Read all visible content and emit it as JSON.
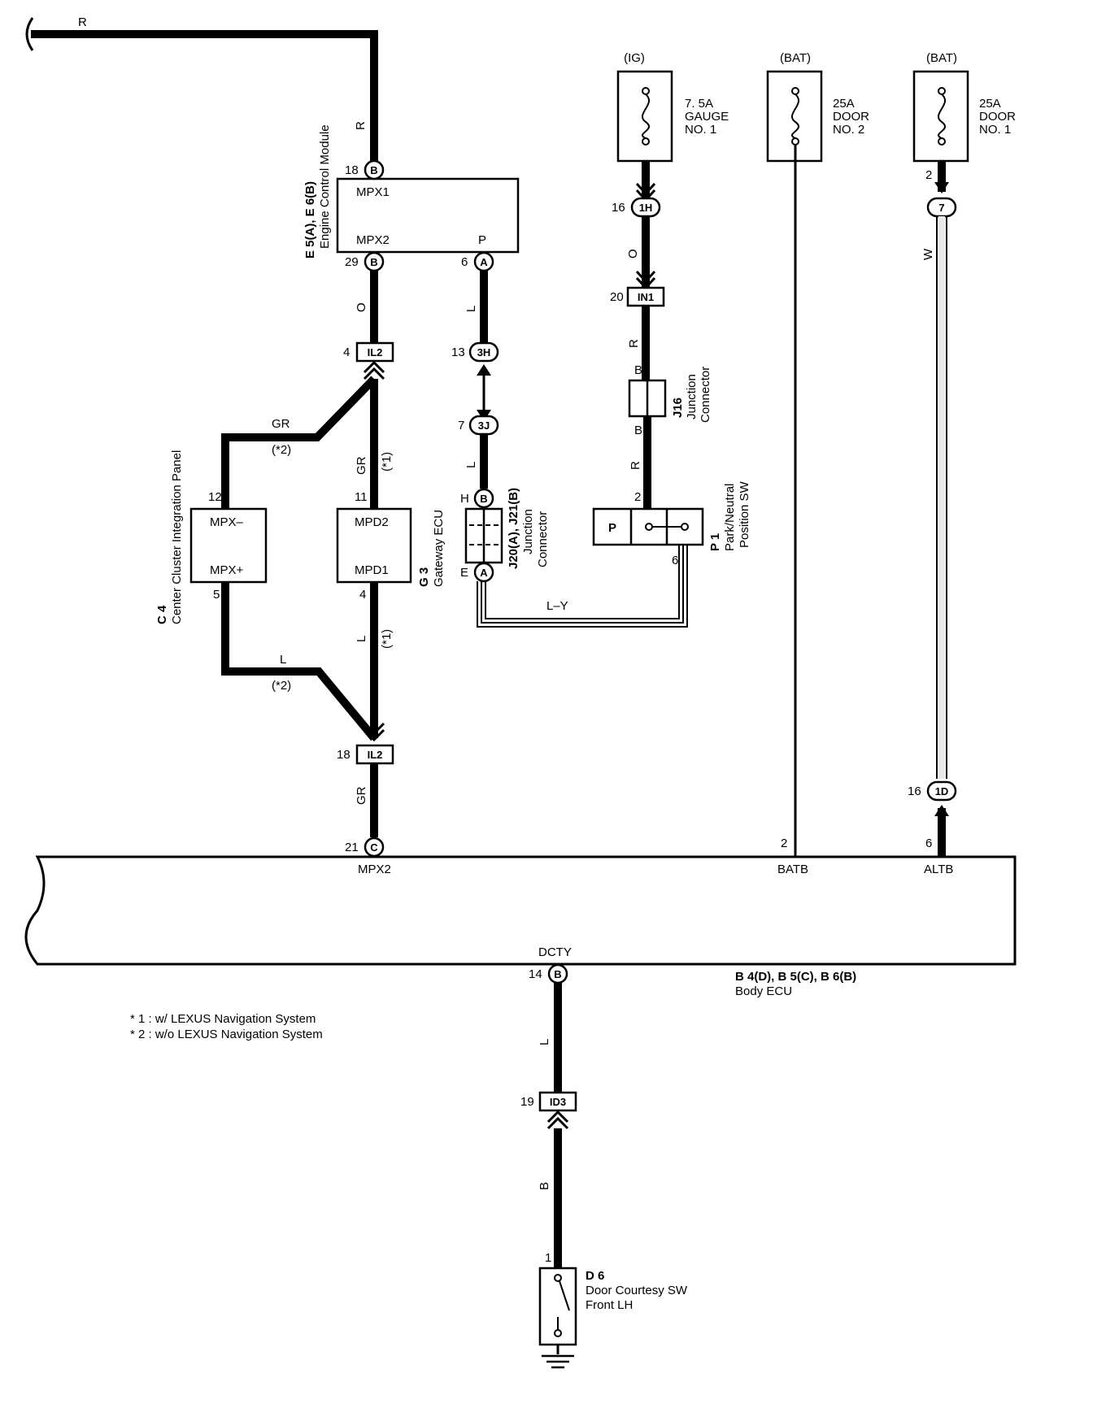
{
  "wires": {
    "top_r": "R",
    "ecm_r": "R",
    "ecm_o": "O",
    "ecm_l": "L",
    "gr_left": "GR",
    "gr_left_note": "(*2)",
    "gr_mid": "GR",
    "gr_mid_note": "(*1)",
    "l_mid": "L",
    "l_mid_note": "(*1)",
    "l_left": "L",
    "l_left_note": "(*2)",
    "gr_bottom": "GR",
    "j20_l": "L",
    "ly": "L–Y",
    "gauge_o": "O",
    "r1": "R",
    "b1": "B",
    "b2": "B",
    "r2": "R",
    "w": "W",
    "body_l": "L",
    "body_b": "B"
  },
  "ecm": {
    "ref": "E 5(A), E 6(B)",
    "name": "Engine Control Module",
    "mpx1": "MPX1",
    "mpx2": "MPX2",
    "p": "P",
    "pin18": "18",
    "pin29": "29",
    "pin6": "6",
    "conn18": "B",
    "conn29": "B",
    "conn6": "A"
  },
  "il2_top": {
    "pin": "4",
    "label": "IL2"
  },
  "il2_bottom": {
    "pin": "18",
    "label": "IL2"
  },
  "c4": {
    "ref": "C 4",
    "name": "Center Cluster Integration Panel",
    "mpx_minus": "MPX–",
    "mpx_plus": "MPX+",
    "pin12": "12",
    "pin5": "5"
  },
  "g3": {
    "ref": "G 3",
    "name": "Gateway ECU",
    "mpd2": "MPD2",
    "mpd1": "MPD1",
    "pin11": "11",
    "pin4": "4"
  },
  "conn_3h": {
    "pin": "13",
    "label": "3H"
  },
  "conn_3j": {
    "pin": "7",
    "label": "3J"
  },
  "j20": {
    "ref": "J20(A), J21(B)",
    "name1": "Junction",
    "name2": "Connector",
    "pinH": "H",
    "connH": "B",
    "pinE": "E",
    "connE": "A"
  },
  "fuse_gauge": {
    "source": "(IG)",
    "amp": "7. 5A",
    "name1": "GAUGE",
    "name2": "NO. 1"
  },
  "fuse_door2": {
    "source": "(BAT)",
    "amp": "25A",
    "name1": "DOOR",
    "name2": "NO. 2"
  },
  "fuse_door1": {
    "source": "(BAT)",
    "amp": "25A",
    "name1": "DOOR",
    "name2": "NO. 1",
    "pin": "2"
  },
  "conn_1h": {
    "pin": "16",
    "label": "1H"
  },
  "conn_in1": {
    "pin": "20",
    "label": "IN1"
  },
  "j16": {
    "ref": "J16",
    "name1": "Junction",
    "name2": "Connector"
  },
  "p1": {
    "ref": "P 1",
    "name1": "Park/Neutral",
    "name2": "Position SW",
    "p": "P",
    "pin2": "2",
    "pin6": "6"
  },
  "conn_7": {
    "label": "7"
  },
  "conn_1d": {
    "pin": "16",
    "label": "1D"
  },
  "body_ecu": {
    "ref": "B 4(D), B 5(C), B 6(B)",
    "name": "Body ECU",
    "mpx2": "MPX2",
    "batb": "BATB",
    "altb": "ALTB",
    "dcty": "DCTY",
    "pin21": "21",
    "conn21": "C",
    "pin2": "2",
    "pin6": "6",
    "pin14": "14",
    "conn14": "B"
  },
  "notes": {
    "n1": "* 1 : w/ LEXUS Navigation System",
    "n2": "* 2 : w/o LEXUS Navigation System"
  },
  "conn_id3": {
    "pin": "19",
    "label": "ID3"
  },
  "d6": {
    "ref": "D 6",
    "name1": "Door Courtesy SW",
    "name2": "Front LH",
    "pin1": "1"
  }
}
